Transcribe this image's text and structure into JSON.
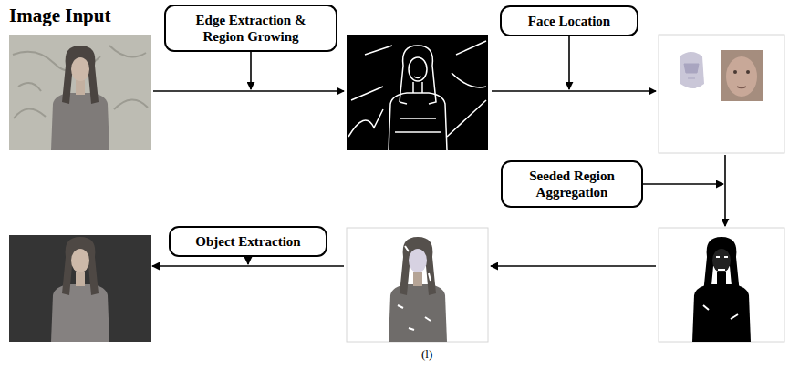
{
  "diagram": {
    "nodes": [
      {
        "text": [
          "Edge Extraction & Region Growing"
        ]
      },
      {
        "text": [
          "Face Location"
        ]
      },
      {
        "text": [
          "Seeded Region Aggregation"
        ]
      },
      {
        "text": [
          "Object Extraction"
        ]
      }
    ],
    "labels": [
      "Image Input",
      "(l)"
    ]
  }
}
